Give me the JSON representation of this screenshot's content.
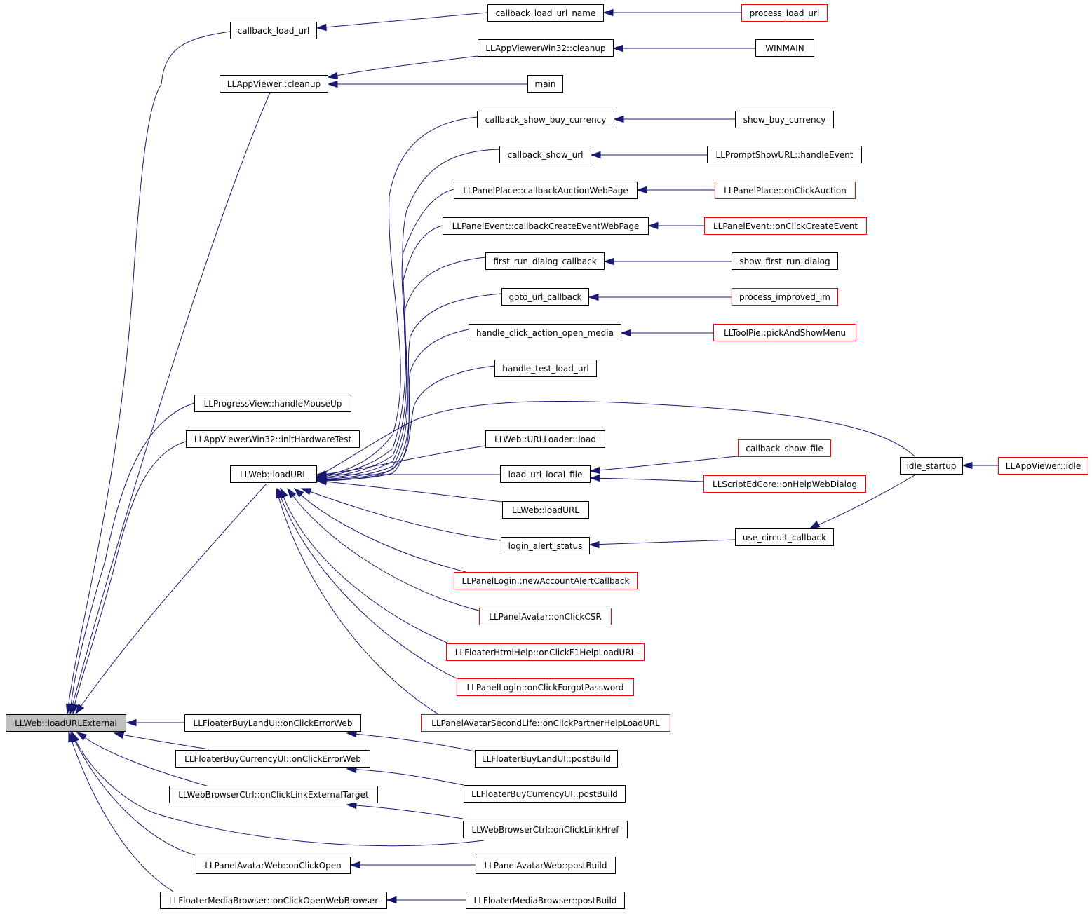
{
  "colors": {
    "edge": "#191970",
    "border": "#000000",
    "truncated_border": "#ff0000",
    "focus_fill": "#bfbfbf"
  },
  "nodes": {
    "loadURLExternal": "LLWeb::loadURLExternal",
    "callback_load_url": "callback_load_url",
    "callback_load_url_name": "callback_load_url_name",
    "process_load_url": "process_load_url",
    "appviewer_cleanup": "LLAppViewer::cleanup",
    "appviewerwin32_cleanup": "LLAppViewerWin32::cleanup",
    "winmain": "WINMAIN",
    "main": "main",
    "callback_show_buy_currency": "callback_show_buy_currency",
    "show_buy_currency": "show_buy_currency",
    "callback_show_url": "callback_show_url",
    "promptshowurl_handleevent": "LLPromptShowURL::handleEvent",
    "panelplace_callbackauction": "LLPanelPlace::callbackAuctionWebPage",
    "panelplace_onclickauction": "LLPanelPlace::onClickAuction",
    "panelevent_callbackcreate": "LLPanelEvent::callbackCreateEventWebPage",
    "panelevent_onclickcreate": "LLPanelEvent::onClickCreateEvent",
    "first_run_dialog_callback": "first_run_dialog_callback",
    "show_first_run_dialog": "show_first_run_dialog",
    "goto_url_callback": "goto_url_callback",
    "process_improved_im": "process_improved_im",
    "handle_click_action_open_media": "handle_click_action_open_media",
    "toolpie_pickandshowmenu": "LLToolPie::pickAndShowMenu",
    "handle_test_load_url": "handle_test_load_url",
    "progressview_handlemouseup": "LLProgressView::handleMouseUp",
    "appviewerwin32_inithardwaretest": "LLAppViewerWin32::initHardwareTest",
    "web_loadurl": "LLWeb::loadURL",
    "urlloader_load": "LLWeb::URLLoader::load",
    "callback_show_file": "callback_show_file",
    "idle_startup": "idle_startup",
    "appviewer_idle": "LLAppViewer::idle",
    "load_url_local_file": "load_url_local_file",
    "scripteditcore_onhelpwebdialog": "LLScriptEdCore::onHelpWebDialog",
    "web_loadurl2": "LLWeb::loadURL",
    "use_circuit_callback": "use_circuit_callback",
    "login_alert_status": "login_alert_status",
    "panellogin_newaccount": "LLPanelLogin::newAccountAlertCallback",
    "panelavatar_onclickcsr": "LLPanelAvatar::onClickCSR",
    "floaterhtmlhelp_onclickf1": "LLFloaterHtmlHelp::onClickF1HelpLoadURL",
    "panellogin_onclickforgot": "LLPanelLogin::onClickForgotPassword",
    "panelavatarsl_onclickpartner": "LLPanelAvatarSecondLife::onClickPartnerHelpLoadURL",
    "floaterbuylandui_onclickerrorweb": "LLFloaterBuyLandUI::onClickErrorWeb",
    "floaterbuylandui_postbuild": "LLFloaterBuyLandUI::postBuild",
    "floaterbuycurrencyui_onclickerrorweb": "LLFloaterBuyCurrencyUI::onClickErrorWeb",
    "floaterbuycurrencyui_postbuild": "LLFloaterBuyCurrencyUI::postBuild",
    "webbrowserctrl_onclicklinkexternal": "LLWebBrowserCtrl::onClickLinkExternalTarget",
    "webbrowserctrl_onclicklinkhref": "LLWebBrowserCtrl::onClickLinkHref",
    "panelavatarweb_onclickopen": "LLPanelAvatarWeb::onClickOpen",
    "panelavatarweb_postbuild": "LLPanelAvatarWeb::postBuild",
    "floatermediabrowser_onclickopen": "LLFloaterMediaBrowser::onClickOpenWebBrowser",
    "floatermediabrowser_postbuild": "LLFloaterMediaBrowser::postBuild"
  }
}
